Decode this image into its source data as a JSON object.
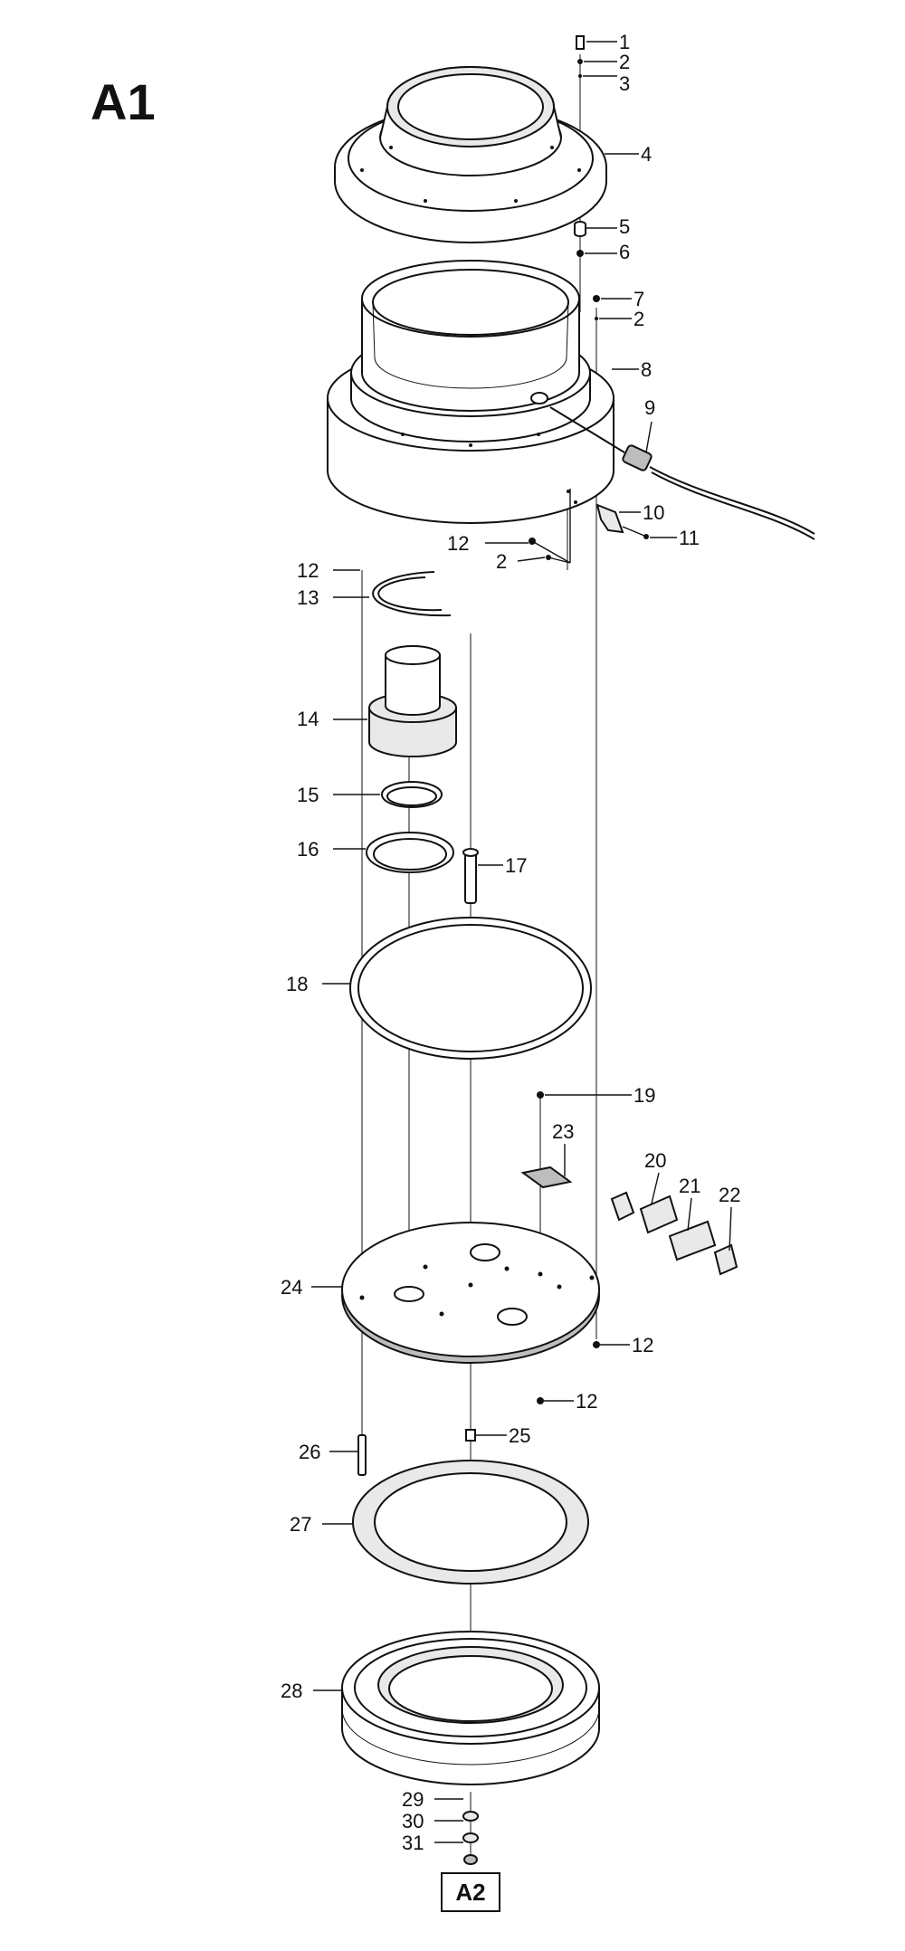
{
  "title": "A1",
  "reference": "A2",
  "callouts": [
    "1",
    "2",
    "3",
    "4",
    "5",
    "6",
    "7",
    "2",
    "8",
    "9",
    "10",
    "11",
    "12",
    "2",
    "12",
    "13",
    "14",
    "15",
    "16",
    "17",
    "18",
    "19",
    "23",
    "20",
    "21",
    "22",
    "24",
    "12",
    "12",
    "26",
    "25",
    "27",
    "28",
    "29",
    "30",
    "31"
  ]
}
